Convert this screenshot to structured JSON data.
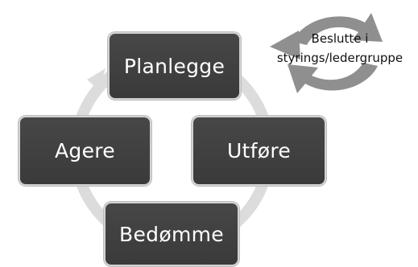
{
  "diagram": {
    "steps": [
      {
        "label": "Planlegge"
      },
      {
        "label": "Utføre"
      },
      {
        "label": "Bedømme"
      },
      {
        "label": "Agere"
      }
    ],
    "decision_note": {
      "line1": "Beslutte i",
      "line2": "styrings/ledergruppe"
    }
  },
  "colors": {
    "box_fill": "#404040",
    "box_border": "#d2d2d2",
    "ring": "#d9d9d9",
    "cycle_icon": "#8c8c8c",
    "text_light": "#ffffff",
    "text_dark": "#111111"
  }
}
